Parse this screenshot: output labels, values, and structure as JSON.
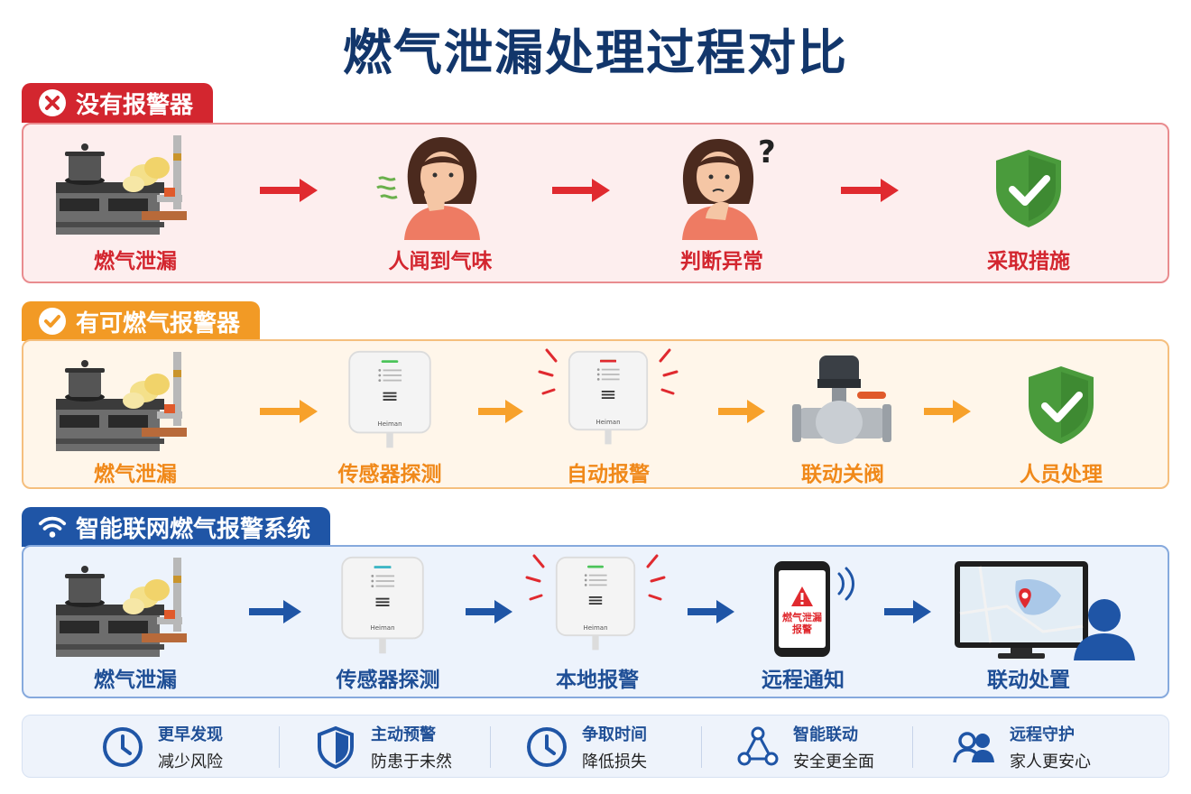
{
  "title": "燃气泄漏处理过程对比",
  "sections": [
    {
      "tag": "没有报警器",
      "color": "#d3262f",
      "steps": [
        "燃气泄漏",
        "人闻到气味",
        "判断异常",
        "采取措施"
      ]
    },
    {
      "tag": "有可燃气报警器",
      "color": "#f29a25",
      "steps": [
        "燃气泄漏",
        "传感器探测",
        "自动报警",
        "联动关阀",
        "人员处理"
      ]
    },
    {
      "tag": "智能联网燃气报警系统",
      "color": "#1f55a6",
      "steps": [
        "燃气泄漏",
        "传感器探测",
        "本地报警",
        "远程通知",
        "联动处置"
      ],
      "phone_alert": "燃气泄漏报警"
    }
  ],
  "detector_brand": "Heiman",
  "benefits": [
    {
      "title": "更早发现",
      "sub": "减少风险",
      "icon": "clock-icon"
    },
    {
      "title": "主动预警",
      "sub": "防患于未然",
      "icon": "shield-icon"
    },
    {
      "title": "争取时间",
      "sub": "降低损失",
      "icon": "clock-icon"
    },
    {
      "title": "智能联动",
      "sub": "安全更全面",
      "icon": "network-icon"
    },
    {
      "title": "远程守护",
      "sub": "家人更安心",
      "icon": "people-icon"
    }
  ]
}
